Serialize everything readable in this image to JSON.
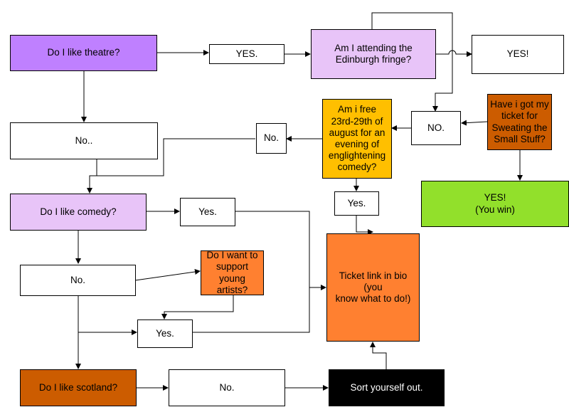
{
  "nodes": {
    "theatre": "Do I like theatre?",
    "yes1": "YES.",
    "edinburgh": "Am I attending the\nEdinburgh fringe?",
    "yes_bang": "YES!",
    "no_top": "NO.",
    "ticket": "Have i got my\nticket for\nSweating the\nSmall Stuff?",
    "free": "Am i free\n23rd-29th of\naugust for an\nevening of\nenglightening\ncomedy?",
    "no_mid": "No.",
    "no1": "No..",
    "win": "YES!\n(You win)",
    "yes_free": "Yes.",
    "comedy": "Do I like comedy?",
    "yes_comedy": "Yes.",
    "link": "Ticket link in bio (you\nknow what to do!)",
    "no2": "No.",
    "support": "Do I want to\nsupport\nyoung artists?",
    "yes_support": "Yes.",
    "scotland": "Do I like scotland?",
    "no_scot": "No.",
    "sort": "Sort yourself out."
  },
  "colors": {
    "purple": "#bf80ff",
    "lavender": "#e8c4f8",
    "amber": "#ffbf00",
    "rust": "#cc5c00",
    "orange": "#ff8030",
    "green": "#92e02b",
    "black": "#000000",
    "white": "#ffffff"
  }
}
